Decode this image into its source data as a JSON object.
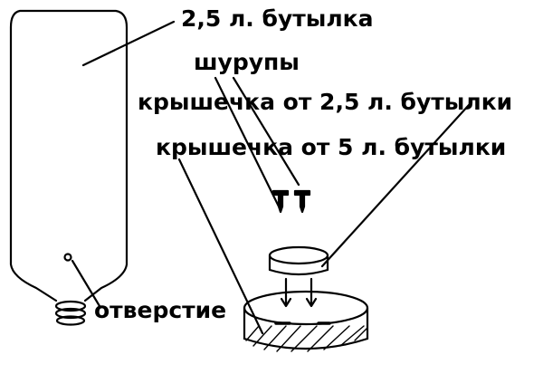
{
  "labels": {
    "bottle": "2,5 л. бутылка",
    "screws": "шурупы",
    "small_cap": "крышечка от 2,5 л. бутылки",
    "large_cap": "крышечка от 5 л. бутылки",
    "hole": "отверстие"
  },
  "colors": {
    "ink": "#000000",
    "background": "#ffffff"
  }
}
